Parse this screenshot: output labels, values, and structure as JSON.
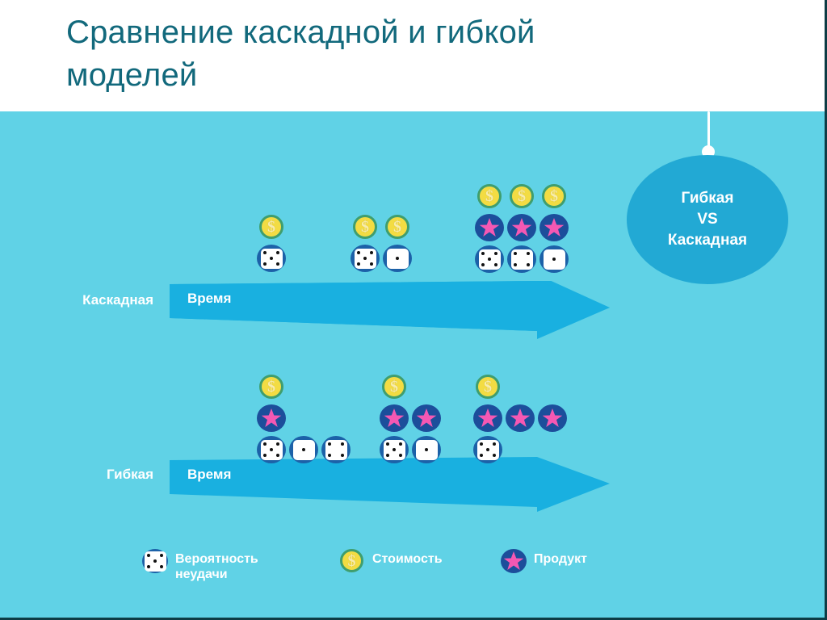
{
  "title": "Сравнение каскадной и гибкой\nмоделей",
  "vs_badge": {
    "line1": "Гибкая",
    "line2": "VS",
    "line3": "Каскадная"
  },
  "colors": {
    "background": "#60d2e6",
    "title_text": "#12697c",
    "badge_fill": "#22a9d4",
    "arrow_fill": "#19b0e0",
    "coin_fill": "#f3dc43",
    "coin_rim": "#3f9e6e",
    "star_fill": "#f558b3",
    "star_disc": "#1c4e9b",
    "die_disc": "#1c61a8",
    "die_face": "#ffffff"
  },
  "tracks": [
    {
      "label": "Каскадная",
      "arrow_label": "Время",
      "groups": [
        {
          "coins": 1,
          "stars": 0,
          "dice": [
            5
          ]
        },
        {
          "coins": 2,
          "stars": 0,
          "dice": [
            5,
            1
          ]
        },
        {
          "coins": 3,
          "stars": 3,
          "dice": [
            5,
            4,
            1
          ]
        }
      ]
    },
    {
      "label": "Гибкая",
      "arrow_label": "Время",
      "groups": [
        {
          "coins": 1,
          "stars": 1,
          "dice": [
            5,
            1,
            4
          ]
        },
        {
          "coins": 1,
          "stars": 2,
          "dice": [
            5,
            1
          ]
        },
        {
          "coins": 1,
          "stars": 3,
          "dice": [
            5
          ]
        }
      ]
    }
  ],
  "legend": [
    {
      "icon": "dice-icon",
      "label": "Вероятность\nнеудачи"
    },
    {
      "icon": "coin-icon",
      "label": "Стоимость"
    },
    {
      "icon": "star-icon",
      "label": "Продукт"
    }
  ]
}
